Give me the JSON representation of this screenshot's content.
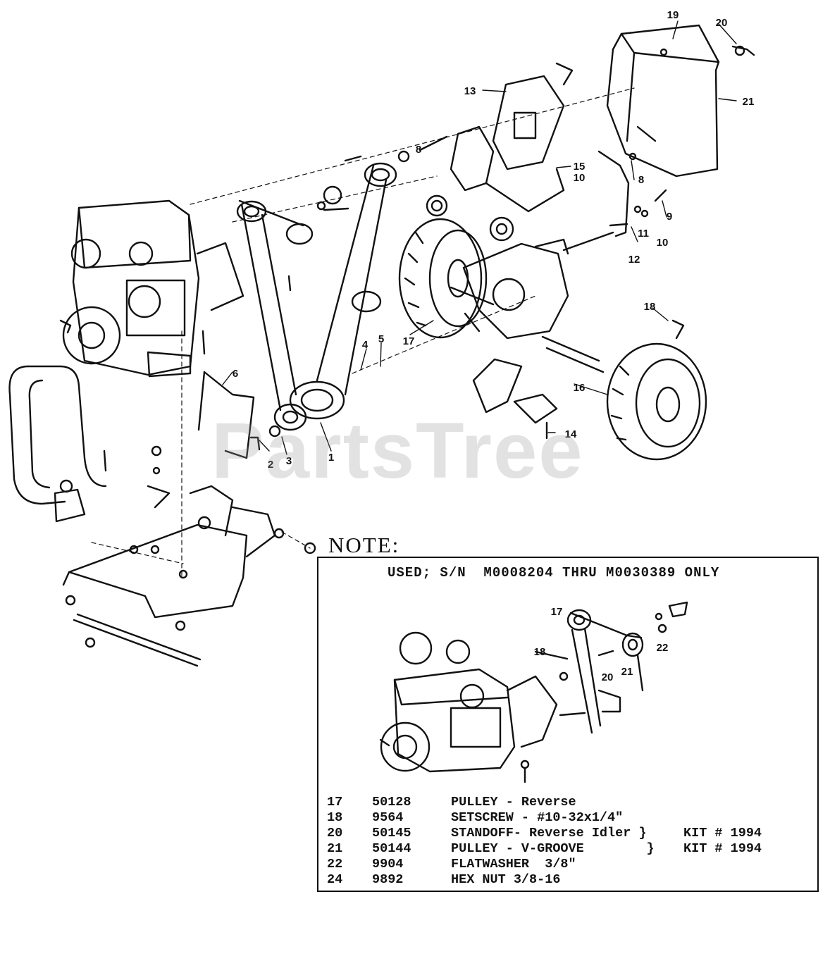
{
  "watermark": "PartsTree",
  "callouts": [
    {
      "label": "19"
    },
    {
      "label": "20"
    },
    {
      "label": "21"
    },
    {
      "label": "13"
    },
    {
      "label": "8"
    },
    {
      "label": "15"
    },
    {
      "label": "10"
    },
    {
      "label": "8"
    },
    {
      "label": "9"
    },
    {
      "label": "11"
    },
    {
      "label": "10"
    },
    {
      "label": "12"
    },
    {
      "label": "18"
    },
    {
      "label": "17"
    },
    {
      "label": "4"
    },
    {
      "label": "5"
    },
    {
      "label": "6"
    },
    {
      "label": "16"
    },
    {
      "label": "14"
    },
    {
      "label": "2"
    },
    {
      "label": "3"
    },
    {
      "label": "1"
    }
  ],
  "note": {
    "title": "NOTE:",
    "used_text": "USED; S/N  M0008204 THRU M0030389 ONLY",
    "inset_callouts": [
      {
        "label": "17"
      },
      {
        "label": "18"
      },
      {
        "label": "20"
      },
      {
        "label": "21"
      },
      {
        "label": "22"
      }
    ],
    "parts": [
      {
        "item": "17",
        "part_no": "50128",
        "description": "PULLEY - Reverse",
        "kit": ""
      },
      {
        "item": "18",
        "part_no": "9564",
        "description": "SETSCREW - #10-32x1/4\"",
        "kit": ""
      },
      {
        "item": "20",
        "part_no": "50145",
        "description": "STANDOFF- Reverse Idler }",
        "kit": "KIT # 1994"
      },
      {
        "item": "21",
        "part_no": "50144",
        "description": "PULLEY - V-GROOVE        }",
        "kit": "KIT # 1994"
      },
      {
        "item": "22",
        "part_no": "9904",
        "description": "FLATWASHER  3/8\"",
        "kit": ""
      },
      {
        "item": "24",
        "part_no": "9892",
        "description": "HEX NUT 3/8-16",
        "kit": ""
      }
    ]
  }
}
